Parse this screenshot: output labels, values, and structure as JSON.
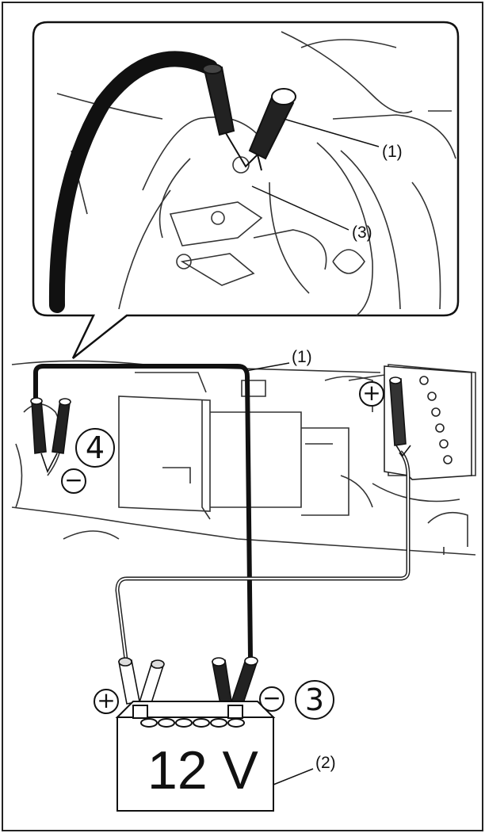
{
  "labels": {
    "inset_cable": "(1)",
    "inset_terminal": "(3)",
    "main_cable": "(1)",
    "battery_ref": "(2)"
  },
  "steps": {
    "step_four": "4",
    "step_three": "3"
  },
  "symbols": {
    "plus": "+",
    "minus": "−"
  },
  "battery": {
    "voltage": "12 V"
  }
}
